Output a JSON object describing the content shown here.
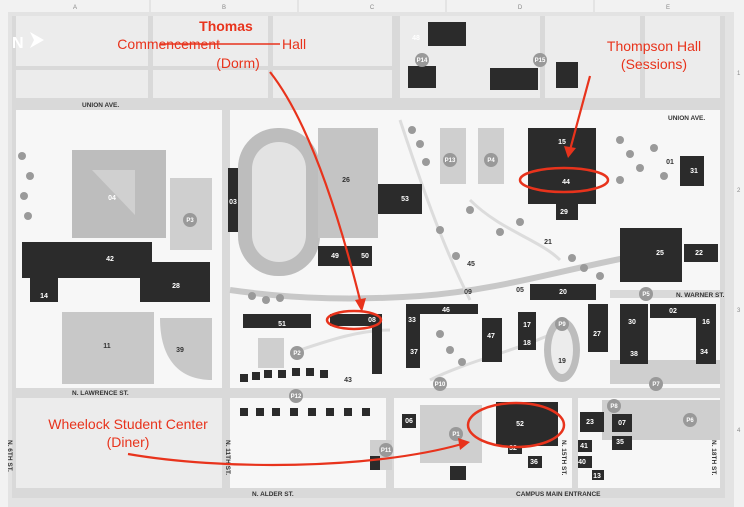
{
  "grid": {
    "columns": [
      "A",
      "B",
      "C",
      "D",
      "E"
    ],
    "rows": [
      "1",
      "2",
      "3",
      "4"
    ]
  },
  "compass": {
    "label": "N"
  },
  "streets": {
    "union_left": "UNION AVE.",
    "union_right": "UNION AVE.",
    "warner": "N. WARNER ST.",
    "lawrence": "N. LAWRENCE ST.",
    "alder": "N. ALDER ST.",
    "sixth": "N. 6TH ST.",
    "eleventh": "N. 11TH ST.",
    "fifteenth": "N. 15TH ST.",
    "eighteenth": "N. 18TH ST.",
    "entrance": "CAMPUS MAIN ENTRANCE"
  },
  "buildings": [
    "01",
    "02",
    "03",
    "04",
    "05",
    "06",
    "07",
    "08",
    "09",
    "11",
    "13",
    "14",
    "15",
    "16",
    "17",
    "18",
    "19",
    "20",
    "21",
    "22",
    "23",
    "25",
    "26",
    "27",
    "28",
    "29",
    "30",
    "31",
    "32",
    "33",
    "34",
    "35",
    "36",
    "37",
    "38",
    "39",
    "40",
    "41",
    "42",
    "43",
    "44",
    "45",
    "46",
    "47",
    "48",
    "49",
    "50",
    "51",
    "52",
    "53"
  ],
  "parking": [
    "P1",
    "P2",
    "P3",
    "P4",
    "P5",
    "P6",
    "P7",
    "P8",
    "P9",
    "P10",
    "P11",
    "P12",
    "P13",
    "P14",
    "P15"
  ],
  "annotations": {
    "thomas": {
      "name": "Thomas",
      "struck": "Commencement",
      "suffix": " Hall",
      "role": "(Dorm)"
    },
    "thompson": {
      "name": "Thompson Hall",
      "role": "(Sessions)"
    },
    "wheelock": {
      "name": "Wheelock Student Center",
      "role": "(Diner)"
    }
  },
  "colors": {
    "annotation": "#e8331c",
    "building": "#2b2b2b",
    "road": "#d9d9d9"
  }
}
